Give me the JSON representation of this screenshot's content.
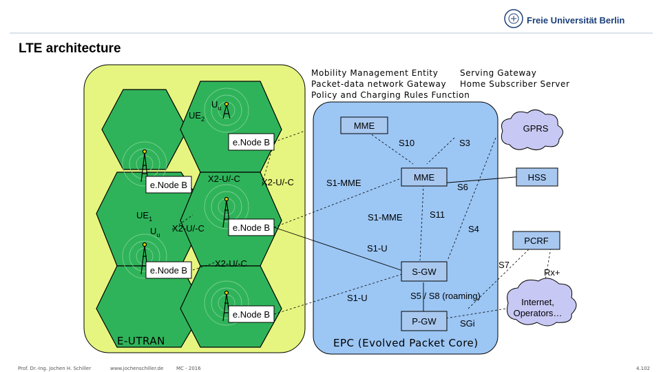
{
  "header": {
    "title": "LTE architecture",
    "logo": "Freie Universität Berlin"
  },
  "legend": {
    "line1_left": "Mobility Management Entity",
    "line1_right": "Serving Gateway",
    "line2_left": "Packet-data network Gateway",
    "line2_right": "Home Subscriber Server",
    "line3": "Policy and Charging Rules Function"
  },
  "eutran": {
    "label": "E-UTRAN",
    "ue1": "UE",
    "ue1_sub": "1",
    "ue2": "UE",
    "ue2_sub": "2",
    "uu_top": "U",
    "uu_top_sub": "u",
    "uu_left": "U",
    "uu_left_sub": "u",
    "enodeb_top": "e.Node B",
    "enodeb_left": "e.Node B",
    "enodeb_mid": "e.Node B",
    "enodeb_lower_left": "e.Node B",
    "enodeb_bottom": "e.Node B",
    "x2_a": "X2-U/-C",
    "x2_b": "X2-U/-C",
    "x2_c": "X2-U/-C",
    "x2_d": "X2-U/-C"
  },
  "epc": {
    "label": "EPC (Evolved Packet Core)",
    "mme_top": "MME",
    "mme_mid": "MME",
    "gprs": "GPRS",
    "hss": "HSS",
    "pcrf": "PCRF",
    "sgw": "S-GW",
    "pgw": "P-GW",
    "internet_line1": "Internet,",
    "internet_line2": "Operators…",
    "s10": "S10",
    "s3": "S3",
    "s6": "S6",
    "s11": "S11",
    "s4": "S4",
    "s7": "S7",
    "s1mme_a": "S1-MME",
    "s1mme_b": "S1-MME",
    "s1u_a": "S1-U",
    "s1u_b": "S1-U",
    "s5s8": "S5 / S8 (roaming)",
    "sgi": "SGi",
    "rx": "Rx+"
  },
  "footer": {
    "author": "Prof. Dr.-Ing. Jochen H. Schiller",
    "website": "www.jochenschiller.de",
    "course": "MC - 2016",
    "page": "4.102"
  },
  "colors": {
    "eutran_bg": "#e6f57f",
    "epc_bg": "#9cc6f4",
    "cell": "#2fb35a",
    "box": "#a8c8f0",
    "cloud": "#c8c8f4"
  }
}
